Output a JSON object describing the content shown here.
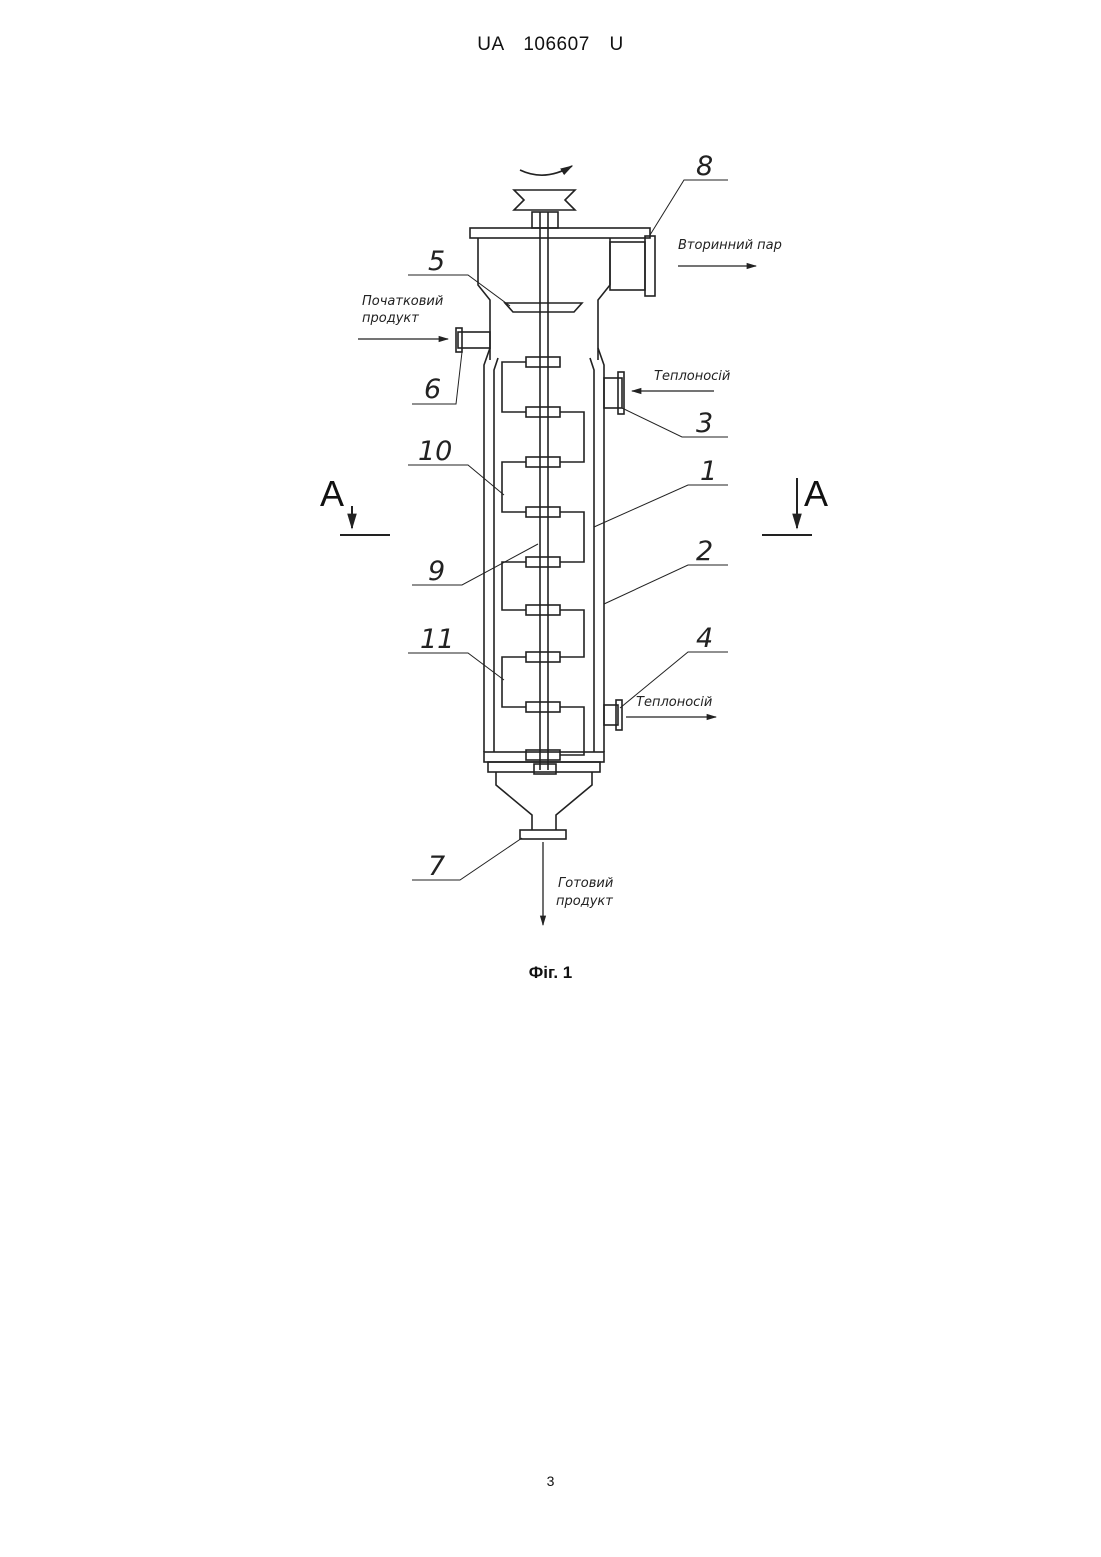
{
  "header": {
    "text": "UA   106607   U"
  },
  "figure": {
    "caption": "Фіг. 1",
    "labels": {
      "n1": "1",
      "n2": "2",
      "n3": "3",
      "n4": "4",
      "n5": "5",
      "n6": "6",
      "n7": "7",
      "n8": "8",
      "n9": "9",
      "n10": "10",
      "n11": "11",
      "section_left": "A",
      "section_right": "A",
      "initial_product_1": "Початковий",
      "initial_product_2": "продукт",
      "secondary_steam": "Вторинний пар",
      "heat_carrier_in": "Теплоносій",
      "heat_carrier_out": "Теплоносій",
      "final_product_1": "Готовий",
      "final_product_2": "продукт"
    }
  },
  "footer": {
    "page_number": "3"
  }
}
